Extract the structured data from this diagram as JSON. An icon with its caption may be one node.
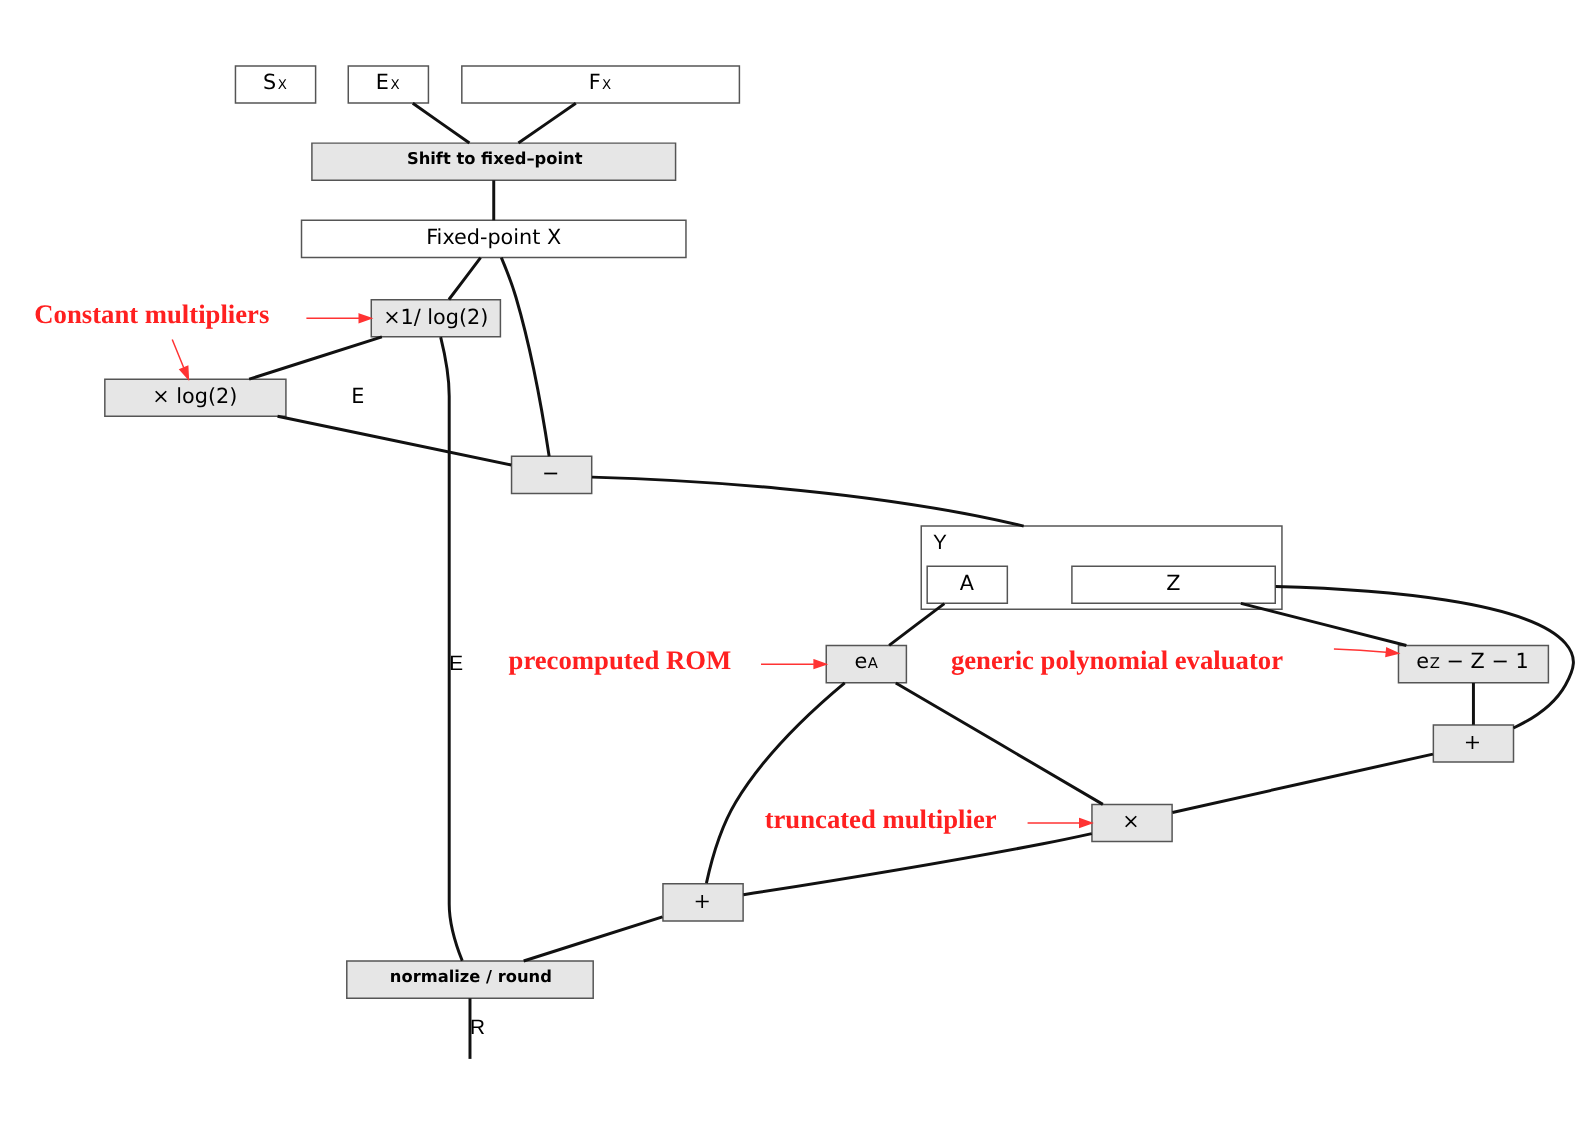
{
  "diagram": {
    "nodes": [
      {
        "text": [
          "S$_{X}$"
        ]
      },
      {
        "text": [
          "E$_{X}$"
        ]
      },
      {
        "text": [
          "F$_{X}$"
        ]
      },
      {
        "text": [
          "Shift to fixed–point"
        ]
      },
      {
        "text": [
          "Fixed-point X"
        ]
      },
      {
        "text": [
          "×1/ log(2)"
        ]
      },
      {
        "text": [
          "× log(2)"
        ]
      },
      {
        "text": [
          "−"
        ]
      },
      {
        "text": [
          "Y"
        ]
      },
      {
        "text": [
          "A"
        ],
        "in": 8
      },
      {
        "text": [
          "Z"
        ],
        "in": 8
      },
      {
        "text": [
          "e$^{A}$"
        ]
      },
      {
        "text": [
          "e$^{Z}$ − Z − 1"
        ]
      },
      {
        "text": [
          "+"
        ]
      },
      {
        "text": [
          "×"
        ]
      },
      {
        "text": [
          "+"
        ]
      },
      {
        "text": [
          "normalize / round"
        ]
      },
      {
        "text": [
          "Constant multipliers"
        ]
      },
      {
        "text": [
          "precomputed ROM"
        ]
      },
      {
        "text": [
          "generic polynomial evaluator"
        ]
      },
      {
        "text": [
          "truncated multiplier"
        ]
      }
    ],
    "edges": [
      {
        "from": 1,
        "to": 3,
        "arrow": "none"
      },
      {
        "from": 2,
        "to": 3,
        "arrow": "none"
      },
      {
        "from": 3,
        "to": 4,
        "arrow": "none"
      },
      {
        "from": 4,
        "to": 5,
        "arrow": "none"
      },
      {
        "from": 4,
        "to": 7,
        "arrow": "none"
      },
      {
        "from": 5,
        "to": 6,
        "arrow": "none"
      },
      {
        "from": 5,
        "to": 16,
        "arrow": "none",
        "label": "E"
      },
      {
        "from": 6,
        "to": 7,
        "arrow": "none"
      },
      {
        "from": 7,
        "to": 8,
        "arrow": "none"
      },
      {
        "from": 9,
        "to": 11,
        "arrow": "none"
      },
      {
        "from": 10,
        "to": 12,
        "arrow": "none"
      },
      {
        "from": 10,
        "to": 13,
        "arrow": "none"
      },
      {
        "from": 12,
        "to": 13,
        "arrow": "none"
      },
      {
        "from": 11,
        "to": 14,
        "arrow": "none"
      },
      {
        "from": 13,
        "to": 14,
        "arrow": "none"
      },
      {
        "from": 11,
        "to": 15,
        "arrow": "none"
      },
      {
        "from": 14,
        "to": 15,
        "arrow": "none"
      },
      {
        "from": 15,
        "to": 16,
        "arrow": "none"
      },
      {
        "from": 16,
        "to": null,
        "arrow": "none",
        "label": "R"
      },
      {
        "from": 17,
        "to": 5,
        "arrow": "to",
        "color": "#ff3333"
      },
      {
        "from": 17,
        "to": 6,
        "arrow": "to",
        "color": "#ff3333"
      },
      {
        "from": 18,
        "to": 11,
        "arrow": "to",
        "color": "#ff3333"
      },
      {
        "from": 19,
        "to": 12,
        "arrow": "to",
        "color": "#ff3333"
      },
      {
        "from": 20,
        "to": 14,
        "arrow": "to",
        "color": "#ff3333"
      }
    ],
    "labels": [
      "E"
    ]
  }
}
